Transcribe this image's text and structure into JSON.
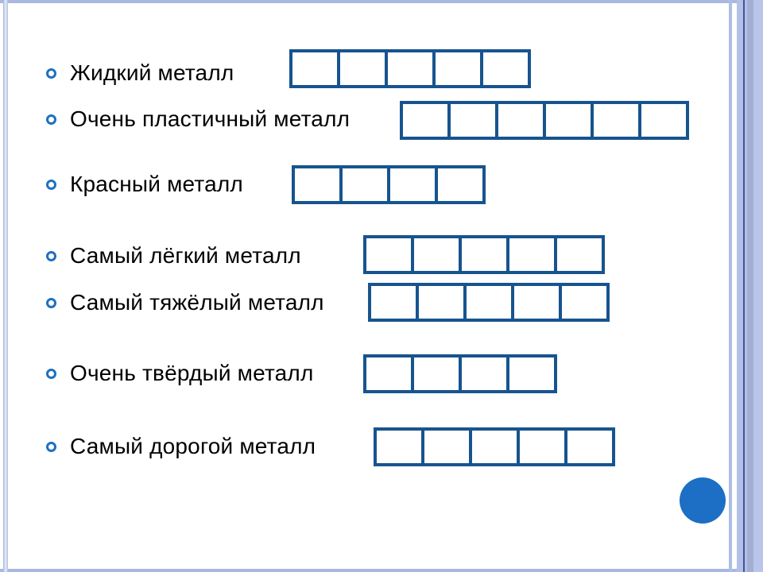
{
  "slide": {
    "colors": {
      "bullet": "#1e70c2",
      "box_border": "#17548f",
      "frame_light": "#b3c1e6",
      "frame_dark_line": "#3f51a0",
      "accent_circle": "#1c6fc4",
      "text": "#000000"
    },
    "items": [
      {
        "label": "Жидкий металл",
        "cells": 5
      },
      {
        "label": "Очень пластичный металл",
        "cells": 6
      },
      {
        "label": "Красный металл",
        "cells": 4
      },
      {
        "label": "Самый лёгкий металл",
        "cells": 5
      },
      {
        "label": "Самый тяжёлый металл",
        "cells": 5
      },
      {
        "label": "Очень твёрдый металл",
        "cells": 4
      },
      {
        "label": "Самый дорогой металл",
        "cells": 5
      }
    ]
  }
}
